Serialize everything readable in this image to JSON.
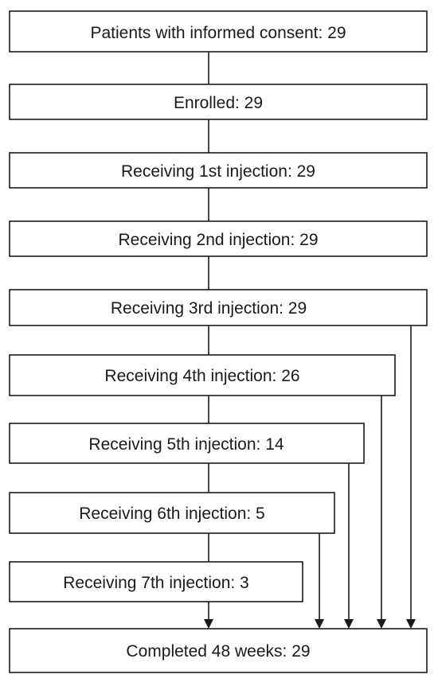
{
  "flowchart": {
    "boxes": [
      {
        "id": "consent",
        "label": "Patients with informed consent: 29"
      },
      {
        "id": "enrolled",
        "label": "Enrolled: 29"
      },
      {
        "id": "inj1",
        "label": "Receiving 1st injection: 29"
      },
      {
        "id": "inj2",
        "label": "Receiving 2nd injection: 29"
      },
      {
        "id": "inj3",
        "label": "Receiving 3rd injection: 29"
      },
      {
        "id": "inj4",
        "label": "Receiving 4th injection: 26"
      },
      {
        "id": "inj5",
        "label": "Receiving 5th injection: 14"
      },
      {
        "id": "inj6",
        "label": "Receiving 6th injection: 5"
      },
      {
        "id": "inj7",
        "label": "Receiving 7th injection: 3"
      },
      {
        "id": "completed",
        "label": "Completed 48 weeks: 29"
      }
    ],
    "connectors": [
      {
        "from": "consent",
        "to": "enrolled"
      },
      {
        "from": "enrolled",
        "to": "inj1"
      },
      {
        "from": "inj1",
        "to": "inj2"
      },
      {
        "from": "inj2",
        "to": "inj3"
      },
      {
        "from": "inj3",
        "to": "inj4"
      },
      {
        "from": "inj4",
        "to": "inj5"
      },
      {
        "from": "inj5",
        "to": "inj6"
      },
      {
        "from": "inj6",
        "to": "inj7"
      }
    ],
    "arrows_to_completed": [
      "inj7",
      "inj6",
      "inj5",
      "inj4",
      "inj3"
    ]
  },
  "colors": {
    "stroke": "#1a1a1a",
    "background": "#ffffff"
  }
}
